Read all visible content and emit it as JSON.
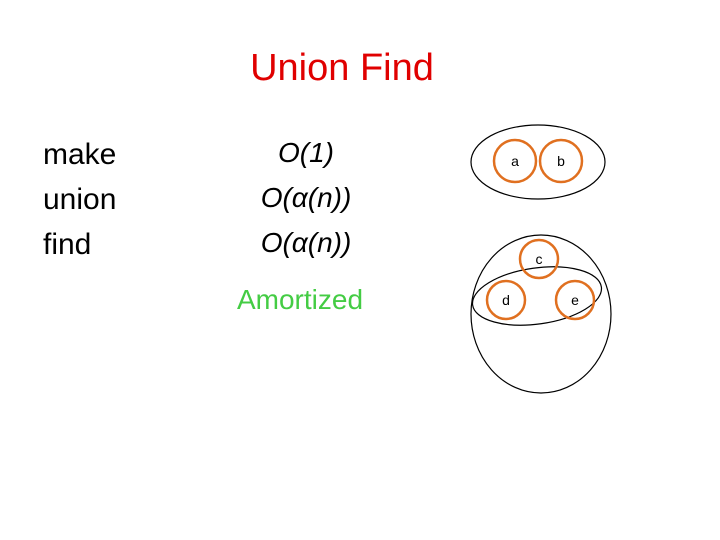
{
  "title": "Union Find",
  "operations": [
    {
      "name": "make",
      "cost": "O(1)"
    },
    {
      "name": "union",
      "cost": "O(α(n))"
    },
    {
      "name": "find",
      "cost": "O(α(n))"
    }
  ],
  "note": "Amortized",
  "nodes": [
    "a",
    "b",
    "c",
    "d",
    "e"
  ],
  "colors": {
    "title": "#e00000",
    "note": "#44cc44",
    "node_ring": "#e07020",
    "set_outline": "#000000"
  }
}
